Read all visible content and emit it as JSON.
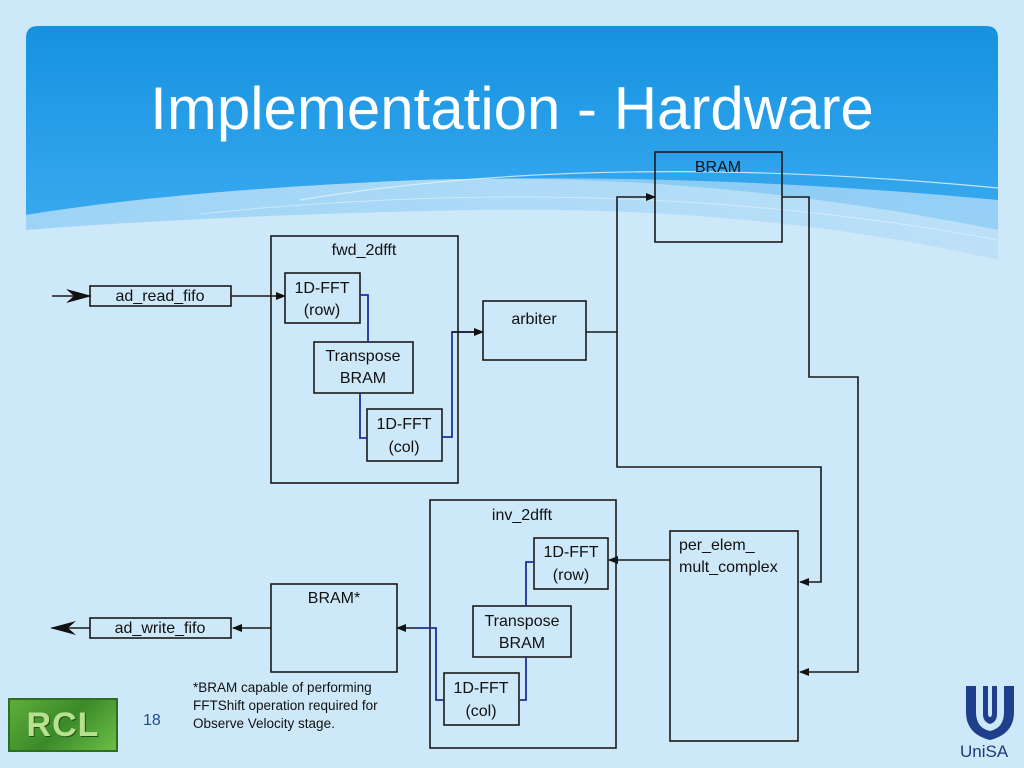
{
  "slide": {
    "title": "Implementation - Hardware",
    "page_number": "18",
    "note": "*BRAM capable of performing FFTShift operation required for Observe Velocity stage.",
    "colors": {
      "header": "#1e9ae6",
      "background": "#cde8f8",
      "wire": "#1a1a1a",
      "internal_wire": "#1e2f9c"
    }
  },
  "diagram": {
    "ad_read_fifo": "ad_read_fifo",
    "ad_write_fifo": "ad_write_fifo",
    "fwd_2dfft": "fwd_2dfft",
    "fwd_fft_row": [
      "1D-FFT",
      "(row)"
    ],
    "fwd_transpose": [
      "Transpose",
      "BRAM"
    ],
    "fwd_fft_col": [
      "1D-FFT",
      "(col)"
    ],
    "arbiter": "arbiter",
    "bram_top": "BRAM",
    "inv_2dfft": "inv_2dfft",
    "inv_fft_row": [
      "1D-FFT",
      "(row)"
    ],
    "inv_transpose": [
      "Transpose",
      "BRAM"
    ],
    "inv_fft_col": [
      "1D-FFT",
      "(col)"
    ],
    "per_elem": [
      "per_elem_",
      "mult_complex"
    ],
    "bram_star": "BRAM*"
  },
  "logos": {
    "left": "RCL",
    "right": "UniSA",
    "left_icon": "rcl-logo-icon",
    "right_icon": "unisa-logo-icon"
  }
}
